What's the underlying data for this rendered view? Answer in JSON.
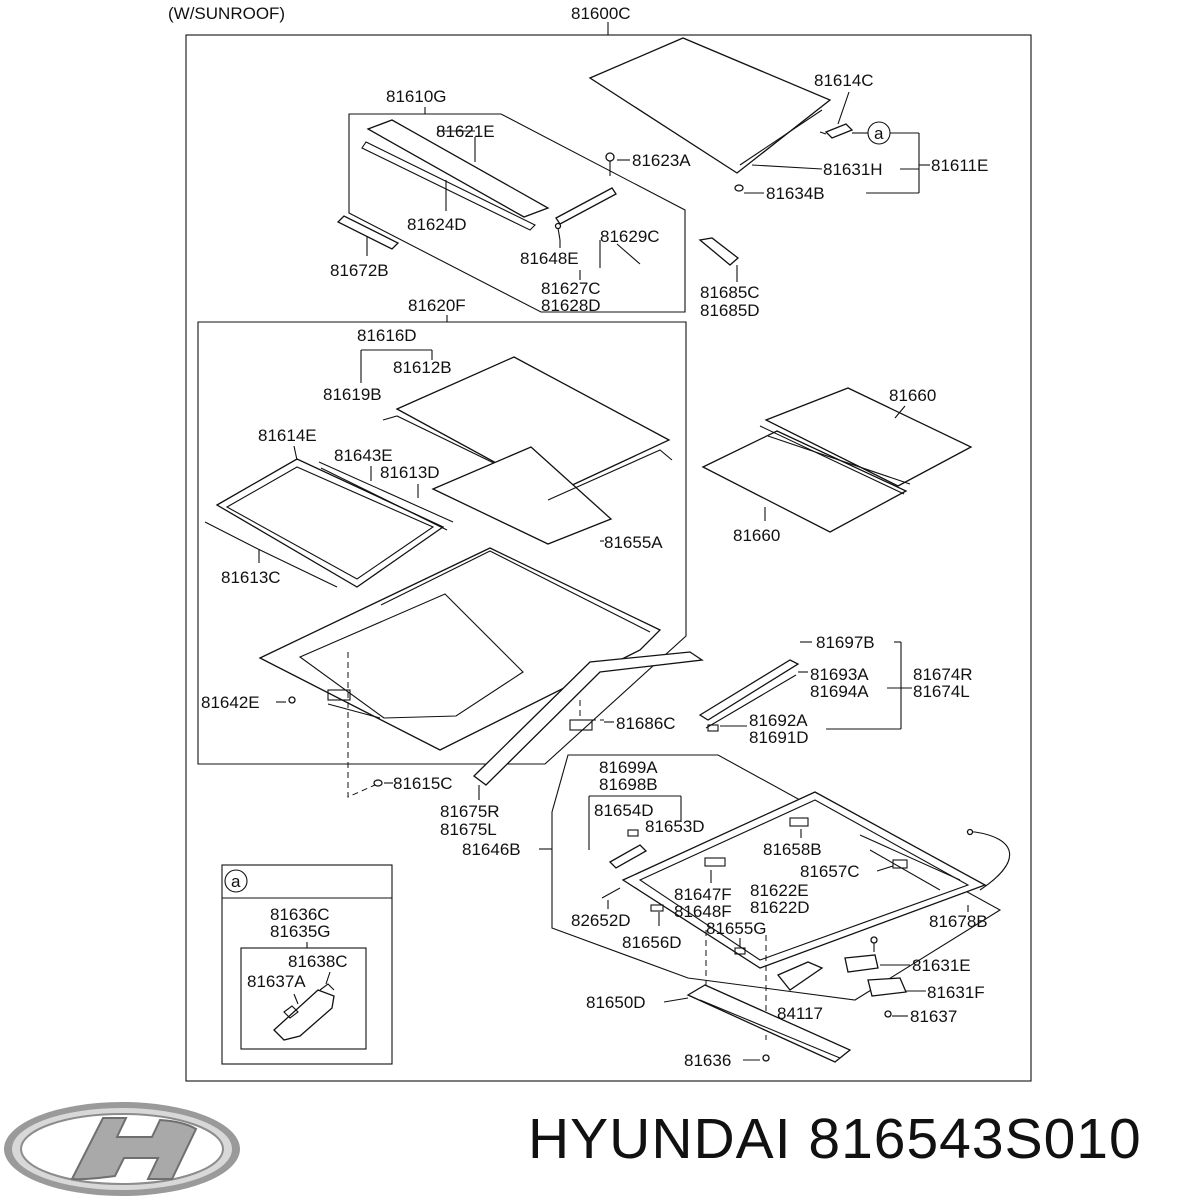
{
  "header": {
    "variant": "(W/SUNROOF)",
    "main_part": "81600C"
  },
  "labels": {
    "p81610G": "81610G",
    "p81621E": "81621E",
    "p81623A": "81623A",
    "p81624D": "81624D",
    "p81629C": "81629C",
    "p81648E": "81648E",
    "p81627C": "81627C",
    "p81628D": "81628D",
    "p81672B": "81672B",
    "p81614C": "81614C",
    "p81611E": "81611E",
    "p81631H": "81631H",
    "p81634B": "81634B",
    "p81685C": "81685C",
    "p81685D": "81685D",
    "p81620F": "81620F",
    "p81616D": "81616D",
    "p81612B": "81612B",
    "p81619B": "81619B",
    "p81614E": "81614E",
    "p81643E": "81643E",
    "p81613D": "81613D",
    "p81655A": "81655A",
    "p81613C": "81613C",
    "p81660a": "81660",
    "p81660b": "81660",
    "p81642E": "81642E",
    "p81686C": "81686C",
    "p81615C": "81615C",
    "p81675R": "81675R",
    "p81675L": "81675L",
    "p81697B": "81697B",
    "p81693A": "81693A",
    "p81694A": "81694A",
    "p81674R": "81674R",
    "p81674L": "81674L",
    "p81692A": "81692A",
    "p81691D": "81691D",
    "p81699A": "81699A",
    "p81698B": "81698B",
    "p81654D": "81654D",
    "p81653D": "81653D",
    "p81646B": "81646B",
    "p81658B": "81658B",
    "p81657C": "81657C",
    "p81647F": "81647F",
    "p81648F": "81648F",
    "p81622E": "81622E",
    "p81622D": "81622D",
    "p82652D": "82652D",
    "p81656D": "81656D",
    "p81655G": "81655G",
    "p81678B": "81678B",
    "p81631E": "81631E",
    "p81631F": "81631F",
    "p81637": "81637",
    "p84117": "84117",
    "p81650D": "81650D",
    "p81636": "81636"
  },
  "callout": {
    "marker": "a"
  },
  "inset": {
    "marker": "a",
    "p81636C": "81636C",
    "p81635G": "81635G",
    "p81638C": "81638C",
    "p81637A": "81637A"
  },
  "footer": {
    "brand": "HYUNDAI 816543S010",
    "logo_icon": "hyundai-logo-icon"
  }
}
